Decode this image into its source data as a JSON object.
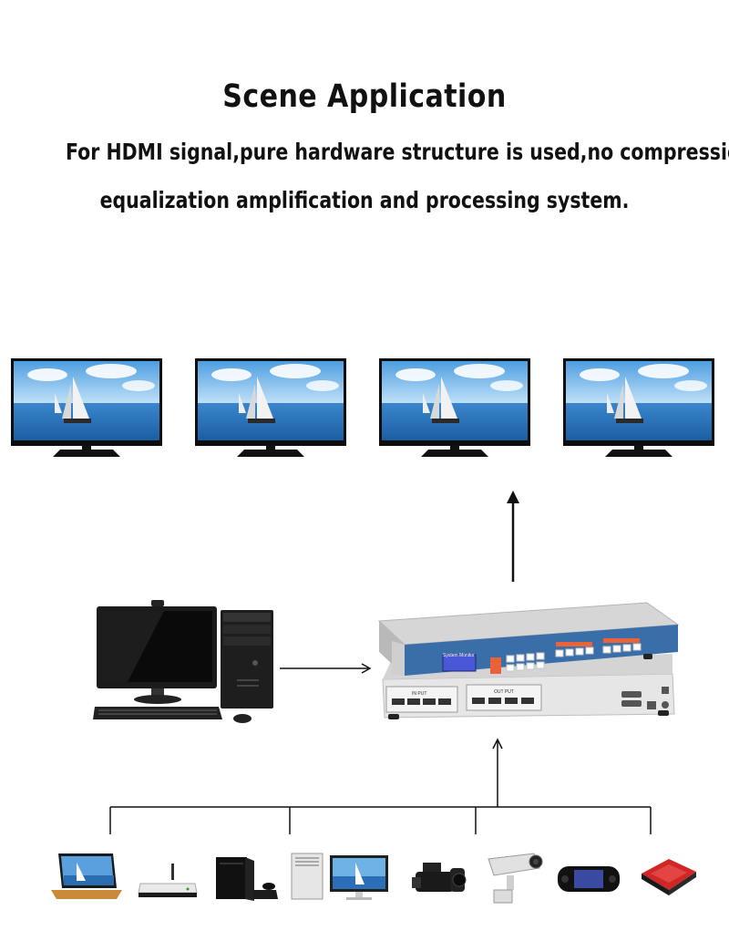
{
  "title": "Scene Application",
  "subtitle_line1": "For HDMI signal,pure hardware structure is used,no compression,",
  "subtitle_line2": "equalization amplification and processing system.",
  "device": {
    "brand_label": "System Monitor",
    "input_label": "IN PUT",
    "output_label": "OUT PUT"
  },
  "colors": {
    "accent": "#e8623a",
    "panel_blue": "#3b6ea8",
    "sky": "#6fb2e6",
    "sea": "#2a6fb8"
  },
  "displays": [
    "tv-1",
    "tv-2",
    "tv-3",
    "tv-4"
  ],
  "sources": [
    "laptop",
    "router",
    "game-console",
    "desktop-computer",
    "camcorder",
    "security-camera",
    "handheld-game-player",
    "set-top-box"
  ]
}
